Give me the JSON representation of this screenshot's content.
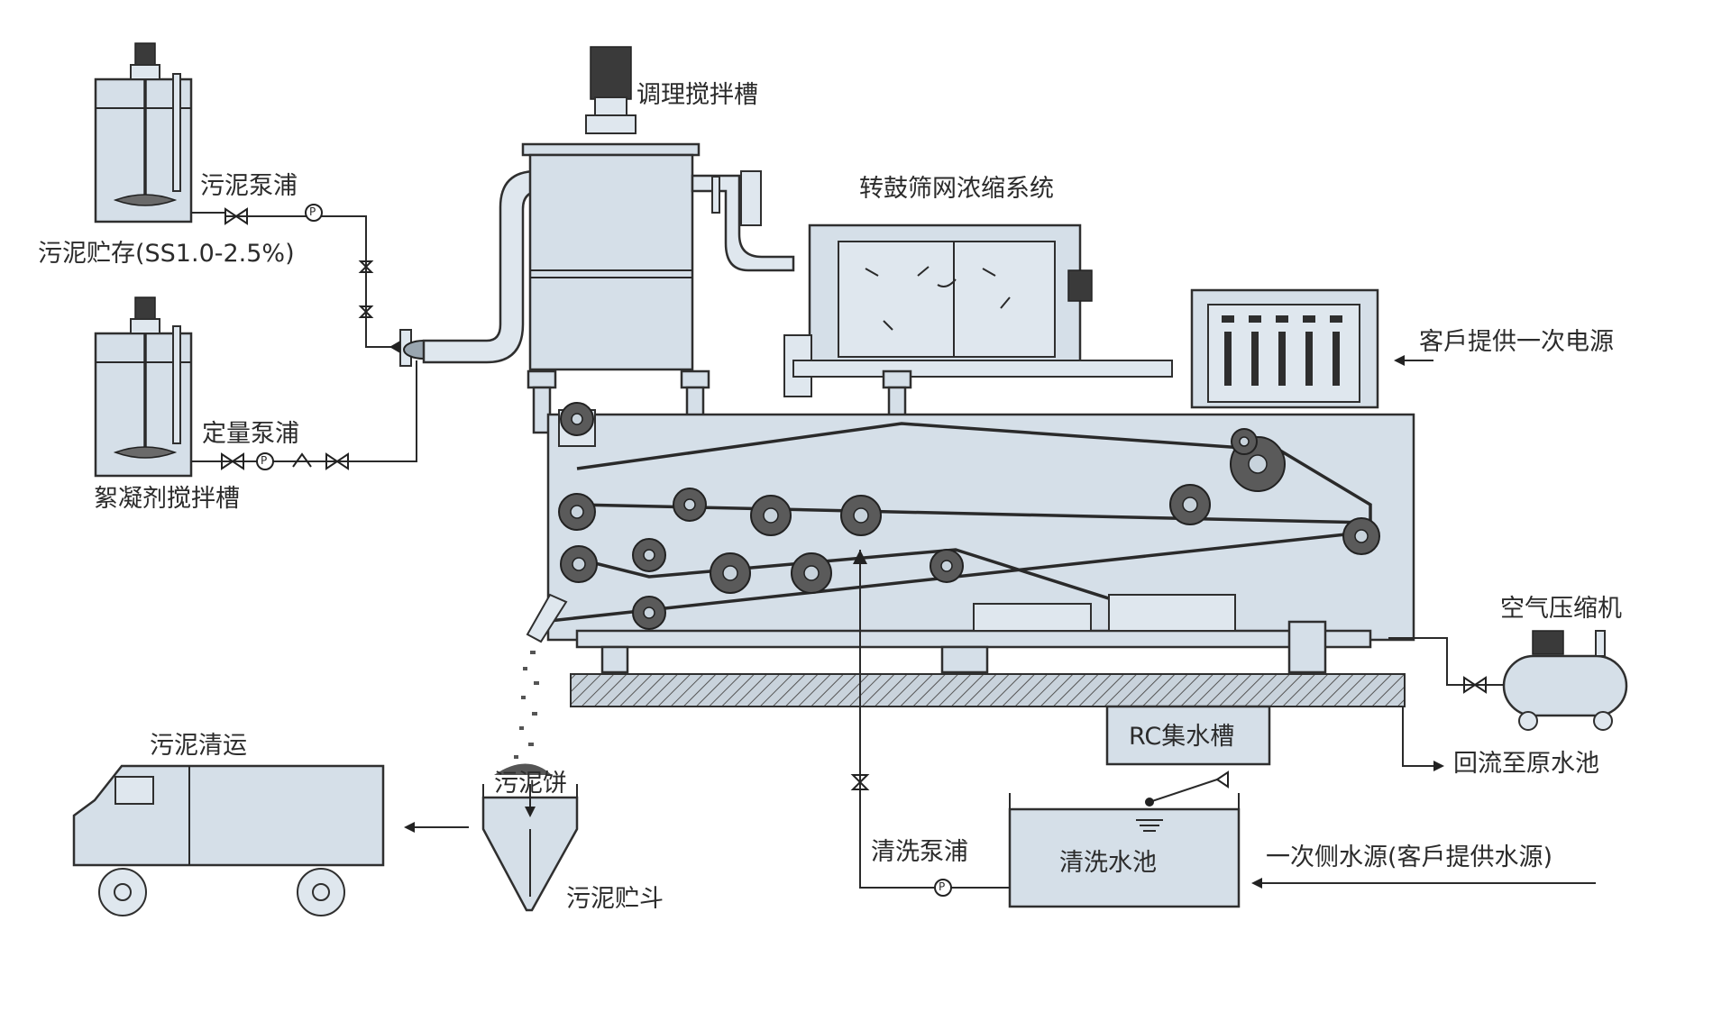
{
  "labels": {
    "sludge_storage": "污泥贮存(SS1.0-2.5%)",
    "sludge_pump": "污泥泵浦",
    "flocculant_tank": "絮凝剂搅拌槽",
    "dosing_pump": "定量泵浦",
    "conditioning_tank": "调理搅拌槽",
    "drum_thickening": "转鼓筛网浓缩系统",
    "customer_power": "客戶提供一次电源",
    "air_compressor": "空气压缩机",
    "rc_tank": "RC集水槽",
    "return_raw": "回流至原水池",
    "sludge_transport": "污泥清运",
    "sludge_cake": "污泥饼",
    "sludge_hopper": "污泥贮斗",
    "wash_pump": "清洗泵浦",
    "wash_pool": "清洗水池",
    "primary_water": "一次侧水源(客戶提供水源)"
  },
  "pump_symbol": "P"
}
